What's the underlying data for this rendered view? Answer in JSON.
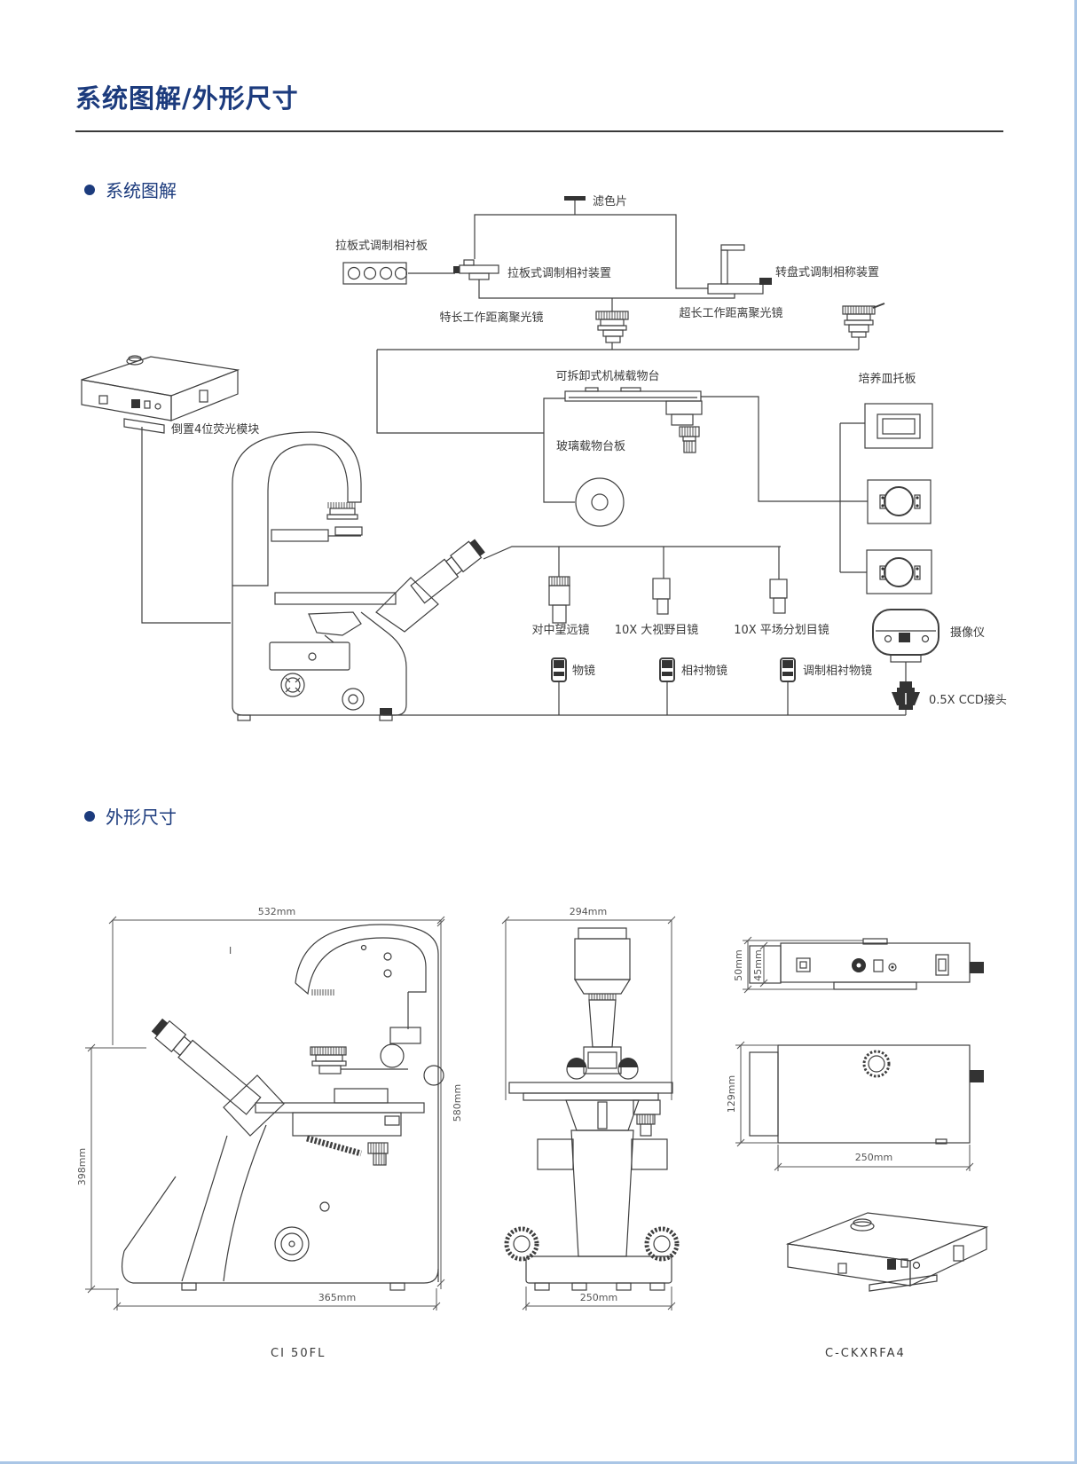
{
  "header": {
    "title": "系统图解/外形尺寸"
  },
  "sections": [
    {
      "heading": "系统图解"
    },
    {
      "heading": "外形尺寸"
    }
  ],
  "system_diagram": {
    "labels": {
      "filter": "滤色片",
      "slider_plate": "拉板式调制相衬板",
      "slider_device": "拉板式调制相衬装置",
      "turret_device": "转盘式调制相称装置",
      "extra_long_condenser": "特长工作距离聚光镜",
      "ultra_long_condenser": "超长工作距离聚光镜",
      "mechanical_stage": "可拆卸式机械载物台",
      "petri_holder": "培养皿托板",
      "glass_plate": "玻璃载物台板",
      "fluorescence_module": "倒置4位荧光模块",
      "centering_telescope": "对中望远镜",
      "widefield_eyepiece": "10X 大视野目镜",
      "plan_reticle_eyepiece": "10X 平场分划目镜",
      "camera": "摄像仪",
      "objective": "物镜",
      "phase_objective": "相衬物镜",
      "modulation_objective": "调制相衬物镜",
      "ccd_adapter": "0.5X CCD接头"
    }
  },
  "outline_drawings": {
    "side_view": {
      "width": "532mm",
      "height": "398mm",
      "column_height": "580mm",
      "base_depth": "365mm",
      "section_mark": "I"
    },
    "front_view": {
      "width": "294mm",
      "base_width": "250mm"
    },
    "module_views": {
      "height": "50mm",
      "inner_height": "45mm",
      "depth": "129mm",
      "width": "250mm"
    }
  },
  "footer": {
    "model": "CI 50FL",
    "part_no": "C-CKXRFA4"
  },
  "colors": {
    "accent": "#1c3b7d",
    "line": "#3f3f3f",
    "dim_text": "#555555"
  }
}
